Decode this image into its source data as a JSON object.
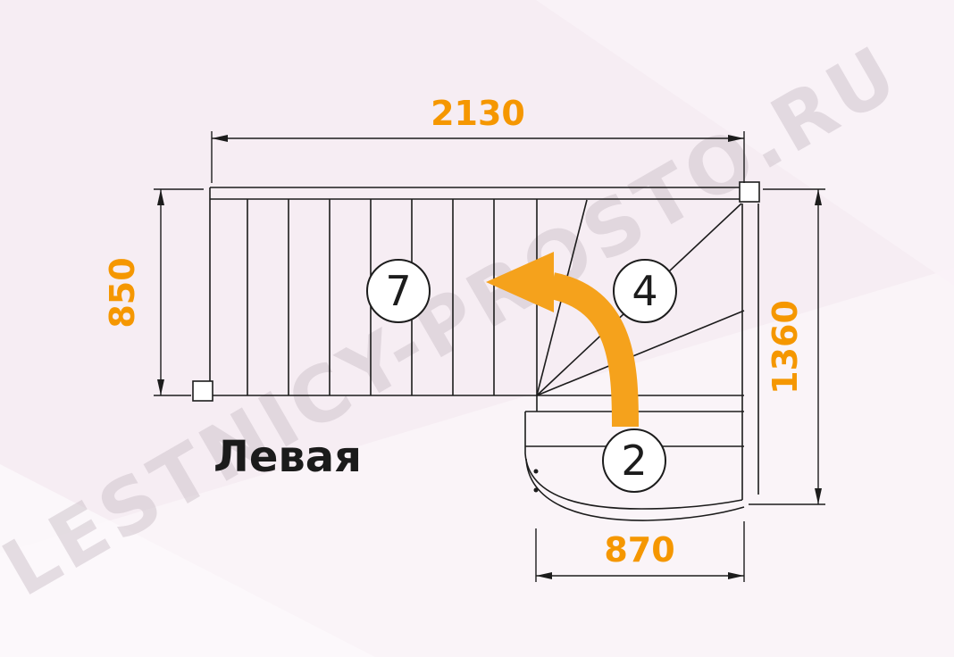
{
  "diagram": {
    "title": "Левая",
    "watermark": "LESTNICY-PROSTO.RU",
    "dimensions": {
      "top_width": "2130",
      "left_height": "850",
      "right_height": "1360",
      "bottom_width": "870"
    },
    "step_counts": {
      "upper_flight": "7",
      "winder": "4",
      "lower_flight": "2"
    },
    "colors": {
      "dimension_text": "#f59700",
      "arrow": "#f5a21c",
      "line": "#1c1c1c",
      "background": "#f6edf3",
      "watermark": "#cdc2ca"
    }
  }
}
